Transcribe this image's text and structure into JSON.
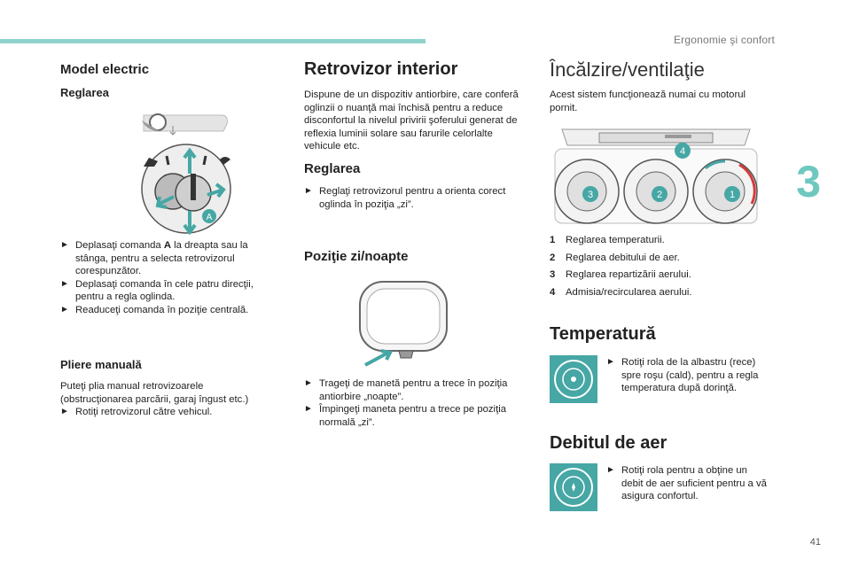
{
  "header": {
    "title": "Ergonomie şi confort",
    "chapter": "3",
    "page_number": "41"
  },
  "col1": {
    "heading": "Model electric",
    "sub1": "Reglarea",
    "image_label": "A",
    "bullets": [
      {
        "pre": "Deplasaţi comanda ",
        "bold": "A",
        "post": " la dreapta sau la stânga, pentru a selecta retrovizorul corespunzător."
      },
      {
        "text": "Deplasaţi comanda în cele patru direcţii, pentru a regla oglinda."
      },
      {
        "text": "Readuceţi comanda în poziţie centrală."
      }
    ],
    "sub2": "Pliere manuală",
    "para2": "Puteţi plia manual retrovizoarele (obstrucţionarea parcării, garaj îngust etc.)",
    "bullet2": "Rotiţi retrovizorul către vehicul."
  },
  "col2": {
    "heading": "Retrovizor interior",
    "intro": "Dispune de un dispozitiv antiorbire, care conferă oglinzii o nuanţă mai închisă pentru a reduce disconfortul la nivelul privirii şoferului generat de reflexia luminii solare sau farurile celorlalte vehicule etc.",
    "sub1": "Reglarea",
    "bullet1": "Reglaţi retrovizorul pentru a orienta corect oglinda în poziţia „zi”.",
    "sub2": "Poziţie zi/noapte",
    "bullets2": [
      "Trageţi de manetă pentru a trece în poziţia antiorbire „noapte”.",
      "Împingeţi maneta pentru a trece pe poziţia normală „zi”."
    ]
  },
  "col3": {
    "heading": "Încălzire/ventilaţie",
    "intro": "Acest sistem funcţionează numai cu motorul pornit.",
    "knob_numbers": [
      "3",
      "2",
      "1",
      "4"
    ],
    "legend": [
      {
        "num": "1",
        "text": "Reglarea temperaturii."
      },
      {
        "num": "2",
        "text": "Reglarea debitului de aer."
      },
      {
        "num": "3",
        "text": "Reglarea repartizării aerului."
      },
      {
        "num": "4",
        "text": "Admisia/recircularea aerului."
      }
    ],
    "sub1": "Temperatură",
    "bullet1": "Rotiţi rola de la albastru (rece) spre roşu (cald), pentru a regla temperatura după dorinţă.",
    "sub2": "Debitul de aer",
    "bullet2": "Rotiţi rola pentru a obţine un debit de aer suficient pentru a vă asigura confortul."
  },
  "colors": {
    "accent": "#46a7a5",
    "topbar": "#8fd1cc",
    "chapter": "#6ec8c0",
    "red": "#d63b3b"
  },
  "icons": {
    "bullet": "arrow-right-icon"
  }
}
